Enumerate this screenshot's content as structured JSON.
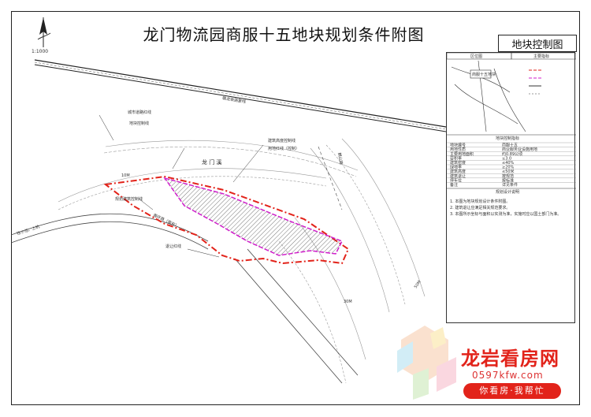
{
  "title": "龙门物流园商服十五地块规划条件附图",
  "subtitle": "地块控制图",
  "scale": "1:1000",
  "map_labels": {
    "highway": "赣龙铁路复线",
    "river": "龙 门 溪",
    "road_north": "麒山路",
    "road_south": "南环路（南安）",
    "road_west": "往小池、上杭",
    "line_a": "城市道路红线",
    "line_b": "地块控制线",
    "line_c": "规划建筑控制线",
    "line_d": "退让红线",
    "dim_1": "10M",
    "dim_2": "50M",
    "dim_3": "30M",
    "note_a": "建筑高度控制线",
    "note_b": "用地红线（控制）"
  },
  "sidebar": {
    "panel_location": "区位图",
    "panel_main": "主要指标",
    "site_label": "商服十五地块",
    "table_title": "地块控制指标",
    "rows": [
      {
        "k": "地块编号",
        "v": "商服十五"
      },
      {
        "k": "用地性质",
        "v": "商业服务业设施用地"
      },
      {
        "k": "主要用地面积",
        "v": "约0.89公顷"
      },
      {
        "k": "容积率",
        "v": "≤3.0"
      },
      {
        "k": "建筑密度",
        "v": "≤40%"
      },
      {
        "k": "绿地率",
        "v": "≥20%"
      },
      {
        "k": "建筑高度",
        "v": "≤50米"
      },
      {
        "k": "建筑退让",
        "v": "按规范"
      },
      {
        "k": "停车位",
        "v": "按标准"
      },
      {
        "k": "备注",
        "v": "详见条件"
      }
    ],
    "notes_title": "规划设计说明",
    "notes": [
      "1. 本图为地块规划设计条件附图。",
      "2. 建筑退让应满足相关规范要求。",
      "3. 本图所示坐标与面积以实测为准，实施时应以国土部门为准。"
    ]
  },
  "watermark": {
    "title": "龙岩看房网",
    "url": "0597kfw.com",
    "slogan": "你看房·我帮忙"
  },
  "colors": {
    "red_line": "#e2231a",
    "magenta_line": "#d01ecb",
    "hatch": "#555555"
  }
}
